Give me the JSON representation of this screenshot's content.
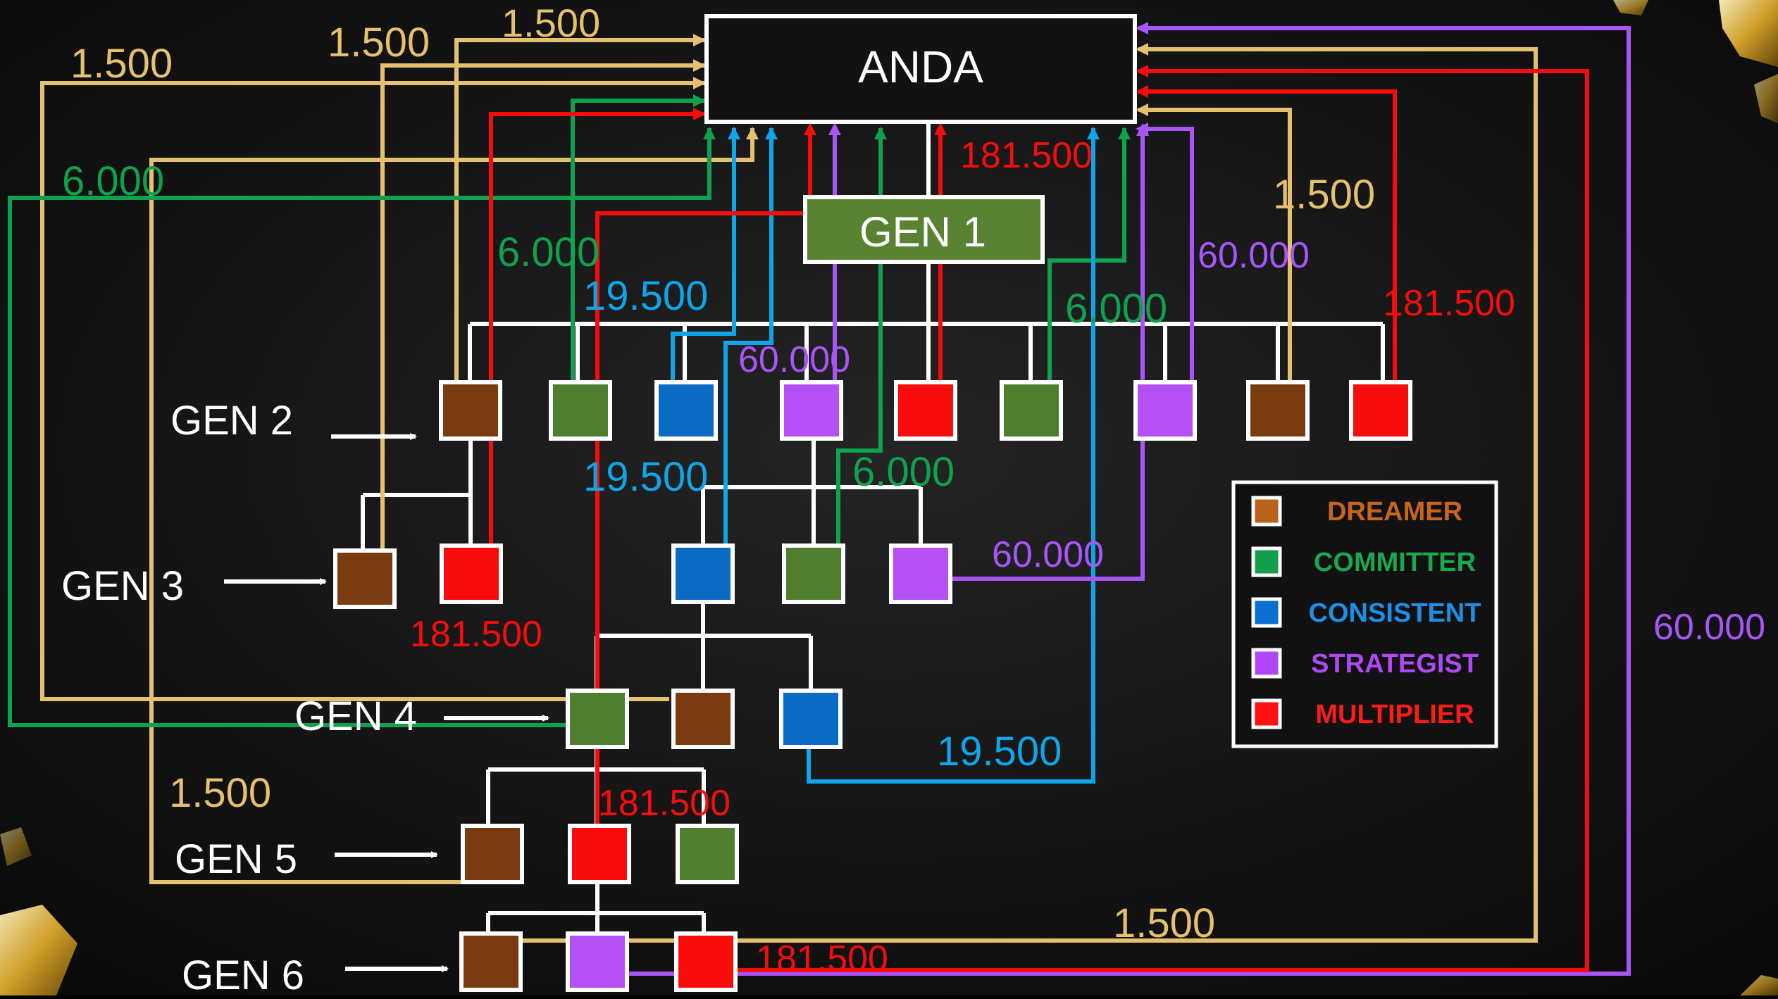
{
  "title": "ANDA",
  "gen_labels": [
    "GEN 1",
    "GEN 2",
    "GEN 3",
    "GEN 4",
    "GEN 5",
    "GEN 6"
  ],
  "legend": [
    {
      "label": "DREAMER",
      "color": "#b8621b",
      "text_color": "#c8641e"
    },
    {
      "label": "COMMITTER",
      "color": "#12a04a",
      "text_color": "#1aa84e"
    },
    {
      "label": "CONSISTENT",
      "color": "#0a6fd1",
      "text_color": "#1e8fe6"
    },
    {
      "label": "STRATEGIST",
      "color": "#b048f5",
      "text_color": "#b048f5"
    },
    {
      "label": "MULTIPLIER",
      "color": "#ff1111",
      "text_color": "#ff1a1a"
    }
  ],
  "colors": {
    "dreamer": "#7a3b10",
    "committer": "#4f7f2e",
    "consistent": "#0b6ac4",
    "strategist": "#b450f4",
    "multiplier": "#f80c0c",
    "gen1": "#5a8233",
    "line_dreamer": "#e4c06f",
    "line_committer": "#0fa14e",
    "line_consistent": "#0ea5e9",
    "line_strategist": "#a855f7",
    "line_multiplier": "#f50c0c",
    "tree": "#ffffff",
    "text_white": "#ffffff",
    "background": "#0c0c0c"
  },
  "values": {
    "dreamer": "1.500",
    "committer": "6.000",
    "consistent": "19.500",
    "strategist": "60.000",
    "multiplier": "181.500"
  }
}
